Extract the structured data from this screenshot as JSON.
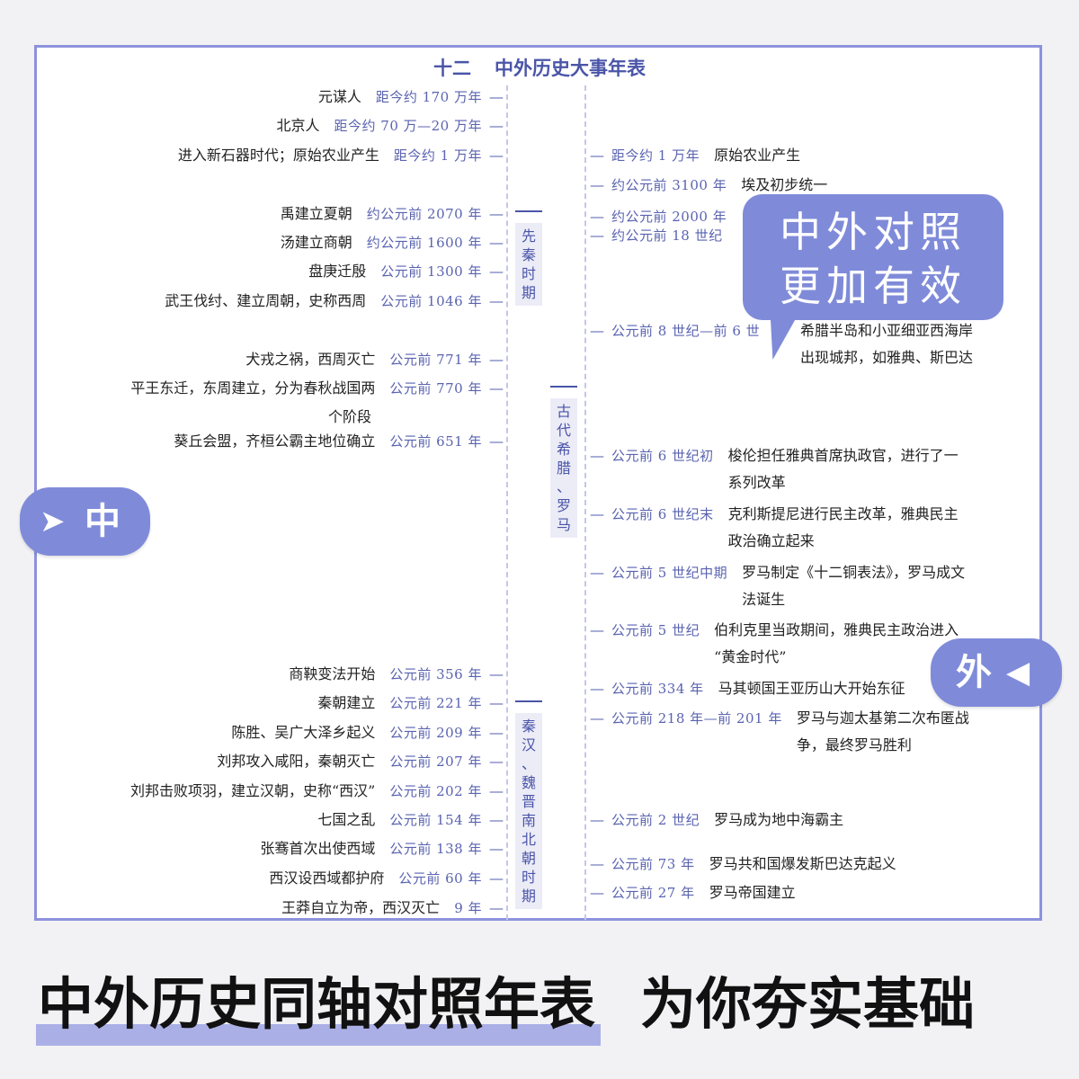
{
  "title": {
    "num": "十二",
    "text": "中外历史大事年表"
  },
  "left_events": [
    {
      "event": "元谋人",
      "date": "距今约 170 万年"
    },
    {
      "event": "北京人",
      "date": "距今约 70 万—20 万年"
    },
    {
      "event": "进入新石器时代；原始农业产生",
      "date": "距今约 1 万年"
    },
    {
      "event": "禹建立夏朝",
      "date": "约公元前 2070 年"
    },
    {
      "event": "汤建立商朝",
      "date": "约公元前 1600 年"
    },
    {
      "event": "盘庚迁殷",
      "date": "公元前 1300 年"
    },
    {
      "event": "武王伐纣、建立周朝，史称西周",
      "date": "公元前 1046 年"
    },
    {
      "event": "犬戎之祸，西周灭亡",
      "date": "公元前 771 年"
    },
    {
      "event": "平王东迁，东周建立，分为春秋战国两",
      "event2": "个阶段",
      "date": "公元前 770 年"
    },
    {
      "event": "葵丘会盟，齐桓公霸主地位确立",
      "date": "公元前 651 年"
    },
    {
      "event": "商鞅变法开始",
      "date": "公元前 356 年"
    },
    {
      "event": "秦朝建立",
      "date": "公元前 221 年"
    },
    {
      "event": "陈胜、吴广大泽乡起义",
      "date": "公元前 209 年"
    },
    {
      "event": "刘邦攻入咸阳，秦朝灭亡",
      "date": "公元前 207 年"
    },
    {
      "event": "刘邦击败项羽，建立汉朝，史称“西汉”",
      "date": "公元前 202 年"
    },
    {
      "event": "七国之乱",
      "date": "公元前 154 年"
    },
    {
      "event": "张骞首次出使西域",
      "date": "公元前 138 年"
    },
    {
      "event": "西汉设西域都护府",
      "date": "公元前 60 年"
    },
    {
      "event": "王莽自立为帝，西汉灭亡",
      "date": "9 年"
    }
  ],
  "right_events": [
    {
      "date": "距今约 1 万年",
      "event": "原始农业产生"
    },
    {
      "date": "约公元前 3100 年",
      "event": "埃及初步统一"
    },
    {
      "date": "约公元前 2000 年",
      "event": ""
    },
    {
      "date": "约公元前 18 世纪",
      "event": ""
    },
    {
      "date": "公元前 8 世纪—前 6 世",
      "event": "希腊半岛和小亚细亚西海岸",
      "event2": "出现城邦，如雅典、斯巴达"
    },
    {
      "date": "公元前 6 世纪初",
      "event": "梭伦担任雅典首席执政官，进行了一",
      "event2": "系列改革"
    },
    {
      "date": "公元前 6 世纪末",
      "event": "克利斯提尼进行民主改革，雅典民主",
      "event2": "政治确立起来"
    },
    {
      "date": "公元前 5 世纪中期",
      "event": "罗马制定《十二铜表法》，罗马成文",
      "event2": "法诞生"
    },
    {
      "date": "公元前 5 世纪",
      "event": "伯利克里当政期间，雅典民主政治进入",
      "event2": "“黄金时代”"
    },
    {
      "date": "公元前 334 年",
      "event": "马其顿国王亚历山大开始东征"
    },
    {
      "date": "公元前 218 年—前 201 年",
      "event": "罗马与迦太基第二次布匿战",
      "event2": "争，最终罗马胜利"
    },
    {
      "date": "公元前 2 世纪",
      "event": "罗马成为地中海霸主"
    },
    {
      "date": "公元前 73 年",
      "event": "罗马共和国爆发斯巴达克起义"
    },
    {
      "date": "公元前 27 年",
      "event": "罗马帝国建立"
    }
  ],
  "periods": {
    "xianqin": [
      "先",
      "秦",
      "时",
      "期"
    ],
    "greece": [
      "古",
      "代",
      "希",
      "腊",
      "、",
      "罗",
      "马"
    ],
    "qinhan": [
      "秦",
      "汉",
      "、",
      "魏",
      "晋",
      "南",
      "北",
      "朝",
      "时",
      "期"
    ]
  },
  "dash": "—",
  "bubble": {
    "line1": "中外对照",
    "line2": "更加有效"
  },
  "pills": {
    "zhong": "中",
    "wai": "外",
    "arrow_right": "➤",
    "arrow_left": "◀"
  },
  "slogan": {
    "part1": "中外历史同轴对照年表",
    "part2": "为你夯实基础"
  },
  "colors": {
    "accent": "#7f8bd9",
    "frame": "#8d92dd",
    "date_text": "#5a63b0",
    "highlight": "#aab0e6"
  }
}
